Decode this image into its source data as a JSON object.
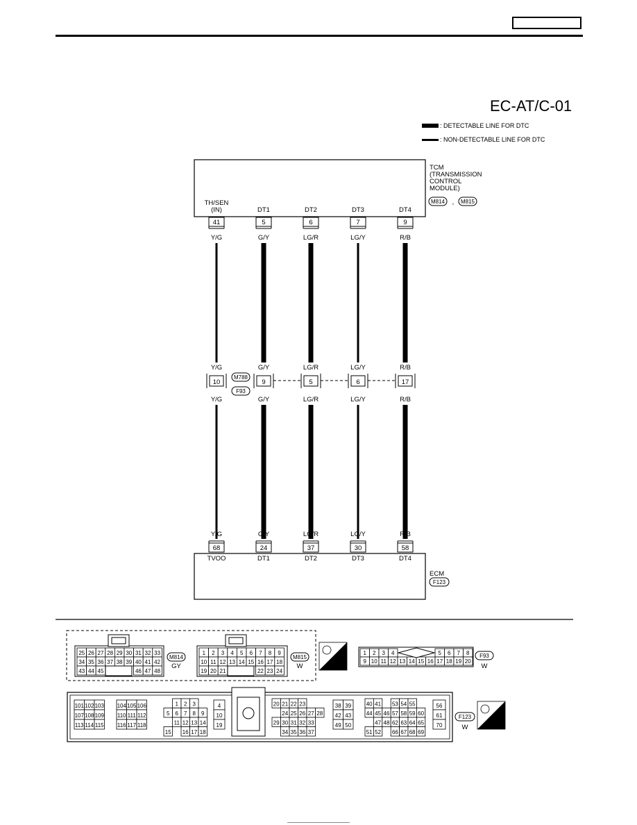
{
  "diagram_code": "EC-AT/C-01",
  "legend": {
    "detectable": ": DETECTABLE LINE FOR DTC",
    "non_detectable": ": NON-DETECTABLE LINE FOR  DTC"
  },
  "tcm": {
    "label_lines": [
      "TCM",
      "(TRANSMISSION",
      "CONTROL",
      "MODULE)"
    ],
    "connector_a": "M814",
    "separator": ",",
    "connector_b": "M815"
  },
  "ecm": {
    "label": "ECM",
    "connector": "F123"
  },
  "junction": {
    "connector_top": "M788",
    "connector_bottom": "F93"
  },
  "circuits": [
    {
      "tcm_label": [
        "TH/SEN",
        "(IN)"
      ],
      "tcm_pin": "41",
      "wire": "Y/G",
      "junction_pin": "10",
      "ecm_pin": "68",
      "ecm_label": "TVOO",
      "detectable": false
    },
    {
      "tcm_label": [
        "DT1"
      ],
      "tcm_pin": "5",
      "wire": "G/Y",
      "junction_pin": "9",
      "ecm_pin": "24",
      "ecm_label": "DT1",
      "detectable": true
    },
    {
      "tcm_label": [
        "DT2"
      ],
      "tcm_pin": "6",
      "wire": "LG/R",
      "junction_pin": "5",
      "ecm_pin": "37",
      "ecm_label": "DT2",
      "detectable": true
    },
    {
      "tcm_label": [
        "DT3"
      ],
      "tcm_pin": "7",
      "wire": "LG/Y",
      "junction_pin": "6",
      "ecm_pin": "30",
      "ecm_label": "DT3",
      "detectable": false
    },
    {
      "tcm_label": [
        "DT4"
      ],
      "tcm_pin": "9",
      "wire": "R/B",
      "junction_pin": "17",
      "ecm_pin": "58",
      "ecm_label": "DT4",
      "detectable": true
    }
  ],
  "connector_views": {
    "m814": {
      "id": "M814",
      "color": "GY",
      "rows": [
        [
          "25",
          "26",
          "27",
          "28",
          "29",
          "30",
          "31",
          "32",
          "33"
        ],
        [
          "34",
          "35",
          "36",
          "37",
          "38",
          "39",
          "40",
          "41",
          "42"
        ],
        [
          "43",
          "44",
          "45",
          "",
          "",
          "",
          "46",
          "47",
          "48"
        ]
      ]
    },
    "m815": {
      "id": "M815",
      "color": "W",
      "rows": [
        [
          "1",
          "2",
          "3",
          "4",
          "5",
          "6",
          "7",
          "8",
          "9"
        ],
        [
          "10",
          "11",
          "12",
          "13",
          "14",
          "15",
          "16",
          "17",
          "18"
        ],
        [
          "19",
          "20",
          "21",
          "",
          "",
          "",
          "22",
          "23",
          "24"
        ]
      ]
    },
    "f93": {
      "id": "F93",
      "color": "W",
      "rows": [
        [
          "1",
          "2",
          "3",
          "4",
          "",
          "",
          "",
          "",
          "5",
          "6",
          "7",
          "8"
        ],
        [
          "9",
          "10",
          "11",
          "12",
          "13",
          "14",
          "15",
          "16",
          "17",
          "18",
          "19",
          "20"
        ]
      ]
    },
    "f123": {
      "id": "F123",
      "color": "W",
      "groups": [
        {
          "rows": [
            [
              "101",
              "102",
              "103"
            ],
            [
              "107",
              "108",
              "109"
            ],
            [
              "113",
              "114",
              "115"
            ]
          ]
        },
        {
          "rows": [
            [
              "104",
              "105",
              "106"
            ],
            [
              "110",
              "111",
              "112"
            ],
            [
              "116",
              "117",
              "118"
            ]
          ]
        },
        {
          "rows": [
            [
              "",
              "1",
              "2",
              "3",
              ""
            ],
            [
              "5",
              "6",
              "7",
              "8",
              "9"
            ],
            [
              "",
              "11",
              "12",
              "13",
              "14"
            ],
            [
              "15",
              "",
              "16",
              "17",
              "18"
            ]
          ]
        },
        {
          "rows": [
            [
              "4"
            ],
            [
              "10"
            ],
            [
              "19"
            ]
          ]
        },
        {
          "rows": [
            [
              "20",
              "21",
              "22",
              "23",
              ""
            ],
            [
              "",
              "24",
              "25",
              "26",
              "27",
              "28"
            ],
            [
              "29",
              "30",
              "31",
              "32",
              "33"
            ],
            [
              "",
              "34",
              "35",
              "36",
              "37"
            ]
          ]
        },
        {
          "rows": [
            [
              "38",
              "39"
            ],
            [
              "42",
              "43"
            ],
            [
              "49",
              "50"
            ]
          ]
        },
        {
          "rows": [
            [
              "40",
              "41",
              "",
              "53",
              "54",
              "55"
            ],
            [
              "44",
              "45",
              "46",
              "57",
              "58",
              "59",
              "60"
            ],
            [
              "",
              "47",
              "48",
              "62",
              "63",
              "64",
              "65"
            ],
            [
              "51",
              "52",
              "",
              "66",
              "67",
              "68",
              "69"
            ]
          ]
        },
        {
          "rows": [
            [
              "56"
            ],
            [
              "61"
            ],
            [
              "70"
            ]
          ]
        }
      ]
    },
    "hs_badge": "H.S."
  }
}
